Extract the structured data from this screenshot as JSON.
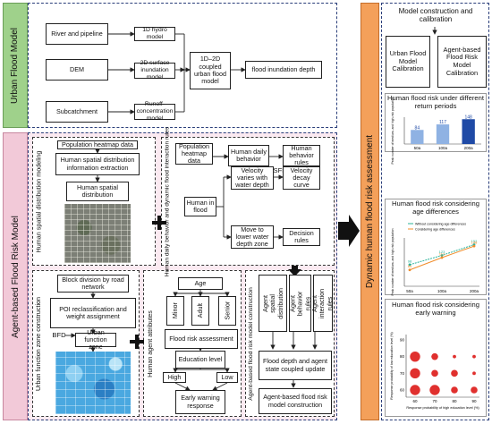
{
  "sections": {
    "urban": "Urban Flood Model",
    "agent": "Agent-based Flood Risk Model",
    "dynamic": "Dynamic human flood risk assessment"
  },
  "urban_model": {
    "river": "River and pipeline",
    "hydro1d": "1D hydro model",
    "dem": "DEM",
    "surface2d": "2D surface inundation model",
    "subcatchment": "Subcatchment",
    "runoff": "Runoff-concentration model",
    "coupled": "1D–2D coupled urban flood model",
    "depth": "flood inundation depth"
  },
  "spatial": {
    "side": "Human spatial distribution modeling",
    "heatmap": "Population heatmap data",
    "extraction": "Human spatial distribution information extraction",
    "distribution": "Human spatial distribution"
  },
  "behavior": {
    "side": "Human daily behavior and dynamic flood interaction rules",
    "heatmap": "Population heatmap data",
    "daily": "Human daily behavior",
    "rules": "Human behavior rules",
    "psfm": "PSFM",
    "in_flood": "Human in flood",
    "velocity": "Velocity varies with water depth",
    "decay": "Velocity decay curve",
    "move": "Move to lower water depth zone",
    "decision": "Decision rules"
  },
  "function_zone": {
    "side": "Urban function zone construction",
    "block": "Block division by road network",
    "poi": "POI reclassification and weight assignment",
    "bfd": "BFD",
    "zone": "Urban function zone"
  },
  "attributes": {
    "side": "Human agent attributes",
    "age": "Age",
    "minor": "Minor",
    "adult": "Adult",
    "senior": "Senior",
    "risk": "Flood risk assessment",
    "education": "Education level",
    "high": "High",
    "low": "Low",
    "warning": "Early warning response"
  },
  "agent_model": {
    "side": "Agent-based flood risk model construction",
    "spatial": "Agent spatial distribution",
    "behavior": "Agent behavior rules",
    "interaction": "Agent interaction rules",
    "update": "Flood depth and agent state coupled update",
    "construction": "Agent-based flood risk model  construction"
  },
  "assessment": {
    "calibration": "Model construction and calibration",
    "ufm_cal": "Urban Flood Model Calibration",
    "abm_cal": "Agent-based Flood Risk Model Calibration",
    "return_title": "Human flood risk under different return periods",
    "age_title": "Human flood risk considering age differences",
    "warning_title": "Human flood risk considering early warning"
  },
  "chart_data": [
    {
      "type": "bar",
      "categories": [
        "50a",
        "100a",
        "200a"
      ],
      "values": [
        84,
        117,
        148
      ],
      "ylabel": "Peak number of medium- and high-risk population"
    },
    {
      "type": "line",
      "categories": [
        "50a",
        "100a",
        "200a"
      ],
      "legend_position": "top-left",
      "series": [
        {
          "name": "Without considering age differences",
          "values": [
            98,
            123,
            152
          ],
          "color": "#2bb39a"
        },
        {
          "name": "Considering age differences",
          "values": [
            84,
            117,
            148
          ],
          "color": "#f08c2a"
        }
      ],
      "ylabel": "Peak number of medium- and high-risk population"
    },
    {
      "type": "scatter",
      "x_ticks": [
        "60",
        "70",
        "80",
        "90"
      ],
      "y_ticks": [
        "60",
        "70",
        "80",
        "90"
      ],
      "xlabel": "Response probability of high education level (%)",
      "ylabel": "Response probability of low education level (%)",
      "color": "#e0302e",
      "rows": [
        [
          3,
          3,
          2,
          2
        ],
        [
          3,
          2,
          2,
          1
        ],
        [
          3,
          2,
          1,
          1
        ]
      ]
    }
  ]
}
